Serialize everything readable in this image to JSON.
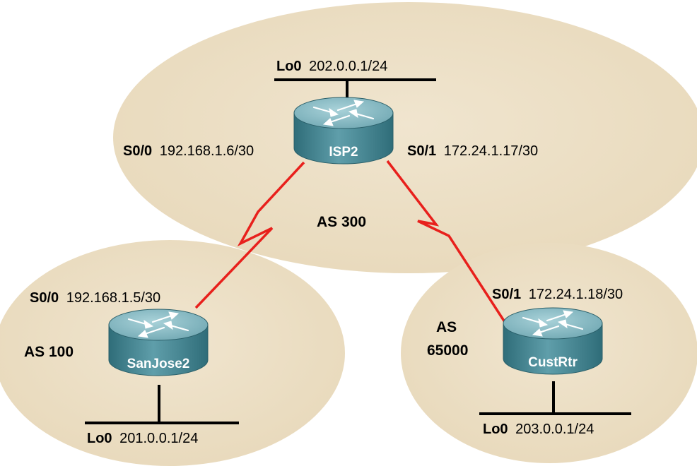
{
  "colors": {
    "as_area": "#ede0c6",
    "serial_link": "#e8201c",
    "router_top": "#7fb3bd",
    "router_side": "#3f7f8c",
    "ethernet": "#000000"
  },
  "autonomous_systems": {
    "isp": "AS 300",
    "sanjose": "AS 100",
    "cust_line1": "AS",
    "cust_line2": "65000"
  },
  "routers": {
    "isp2": {
      "name": "ISP2",
      "icon": "router-icon",
      "lo0_if": "Lo0",
      "lo0_ip": "202.0.0.1/24",
      "s00_if": "S0/0",
      "s00_ip": "192.168.1.6/30",
      "s01_if": "S0/1",
      "s01_ip": "172.24.1.17/30"
    },
    "sanjose2": {
      "name": "SanJose2",
      "icon": "router-icon",
      "s00_if": "S0/0",
      "s00_ip": "192.168.1.5/30",
      "lo0_if": "Lo0",
      "lo0_ip": "201.0.0.1/24"
    },
    "custrtr": {
      "name": "CustRtr",
      "icon": "router-icon",
      "s01_if": "S0/1",
      "s01_ip": "172.24.1.18/30",
      "lo0_if": "Lo0",
      "lo0_ip": "203.0.0.1/24"
    }
  }
}
